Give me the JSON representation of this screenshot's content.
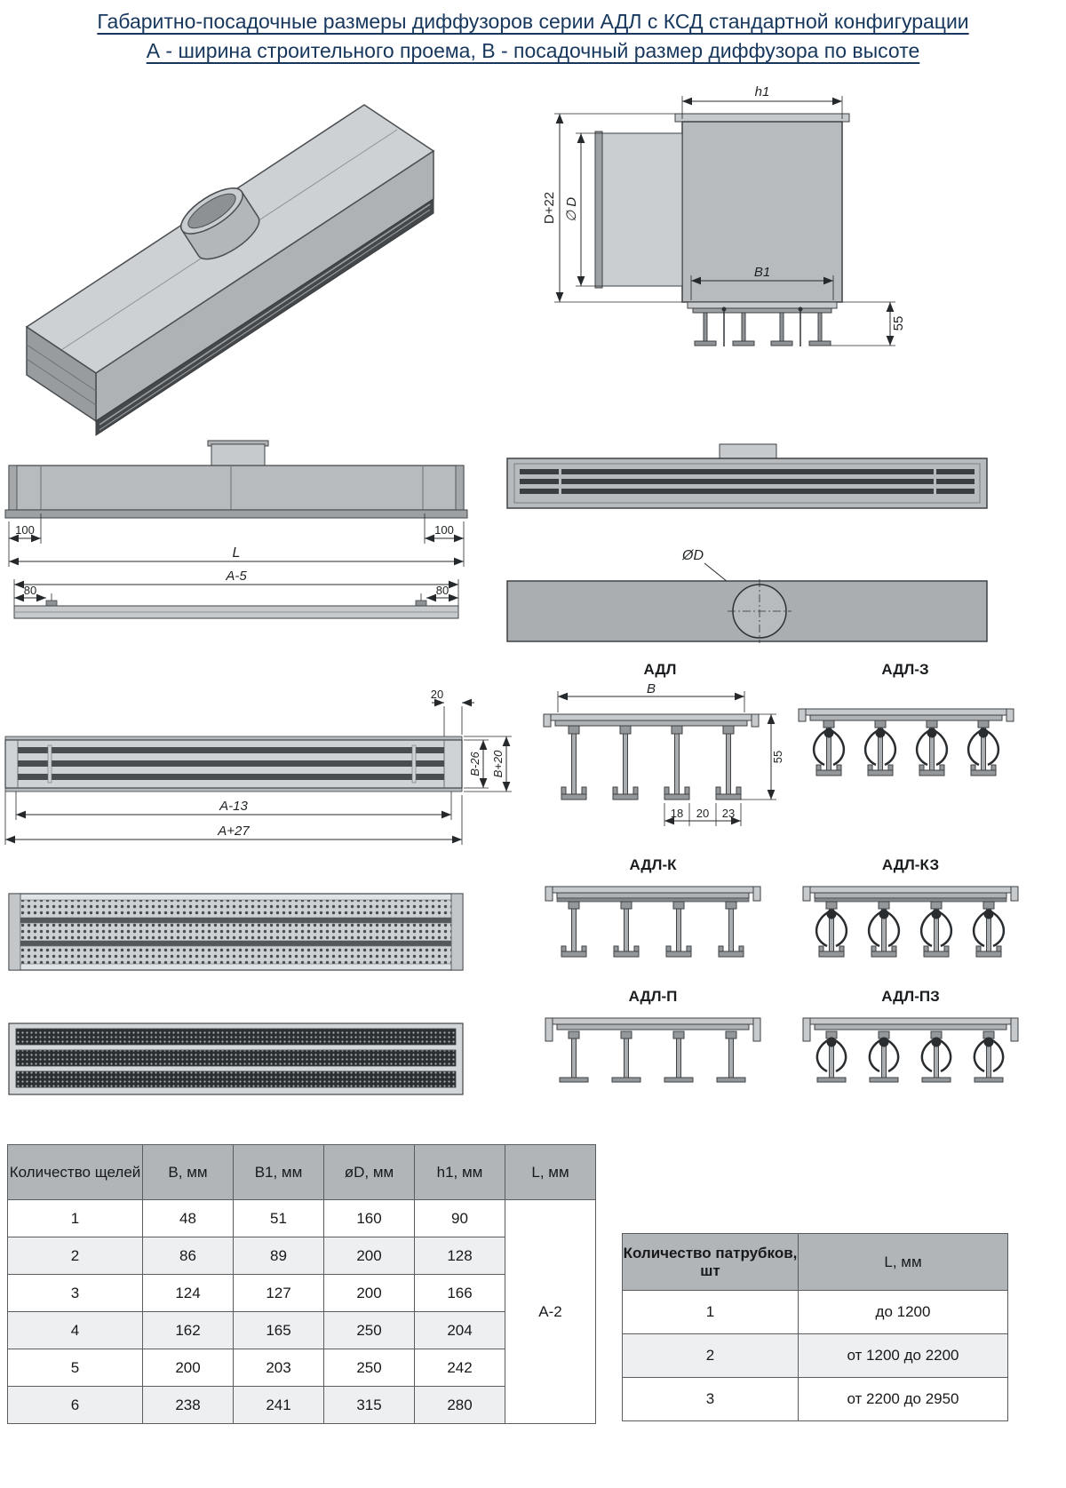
{
  "title": {
    "line1": "Габаритно-посадочные размеры диффузоров серии АДЛ с КСД стандартной конфигурации",
    "line2": "А - ширина строительного проема, В - посадочный размер диффузора по высоте"
  },
  "drawings": {
    "section": {
      "h1": "h1",
      "d_plus_22": "D+22",
      "phi_d": "∅ D",
      "b1": "B1",
      "h55": "55"
    },
    "front": {
      "d100_left": "100",
      "d100_right": "100",
      "L": "L",
      "a5": "А-5",
      "d80_left": "80",
      "d80_right": "80"
    },
    "phi_view": {
      "phi_d": "ØD"
    },
    "grille": {
      "d20": "20",
      "b26": "В-26",
      "b20": "В+20",
      "a13": "А-13",
      "a27": "А+27"
    },
    "profile_dims": {
      "B": "В",
      "h55": "55",
      "d18": "18",
      "d20": "20",
      "d23": "23"
    }
  },
  "profiles": {
    "adl": "АДЛ",
    "adl_z": "АДЛ-З",
    "adl_k": "АДЛ-К",
    "adl_kz": "АДЛ-КЗ",
    "adl_p": "АДЛ-П",
    "adl_pz": "АДЛ-ПЗ"
  },
  "table_slots": {
    "col_slots": "Количество щелей",
    "col_b": "B, мм",
    "col_b1": "B1, мм",
    "col_d": "øD, мм",
    "col_h1": "h1, мм",
    "col_l": "L, мм",
    "l_value": "А-2",
    "rows": [
      [
        "1",
        "48",
        "51",
        "160",
        "90"
      ],
      [
        "2",
        "86",
        "89",
        "200",
        "128"
      ],
      [
        "3",
        "124",
        "127",
        "200",
        "166"
      ],
      [
        "4",
        "162",
        "165",
        "250",
        "204"
      ],
      [
        "5",
        "200",
        "203",
        "250",
        "242"
      ],
      [
        "6",
        "238",
        "241",
        "315",
        "280"
      ]
    ]
  },
  "table_pipes": {
    "col_count": "Количество патрубков, шт",
    "col_l": "L, мм",
    "rows": [
      [
        "1",
        "до 1200"
      ],
      [
        "2",
        "от 1200 до 2200"
      ],
      [
        "3",
        "от 2200 до 2950"
      ]
    ]
  },
  "colors": {
    "title": "#17375d",
    "table_header": "#b1b5b8",
    "drawing_fill": "#b7bbbe",
    "drawing_stroke": "#3f4245",
    "slot_dark": "#3b3e41"
  }
}
